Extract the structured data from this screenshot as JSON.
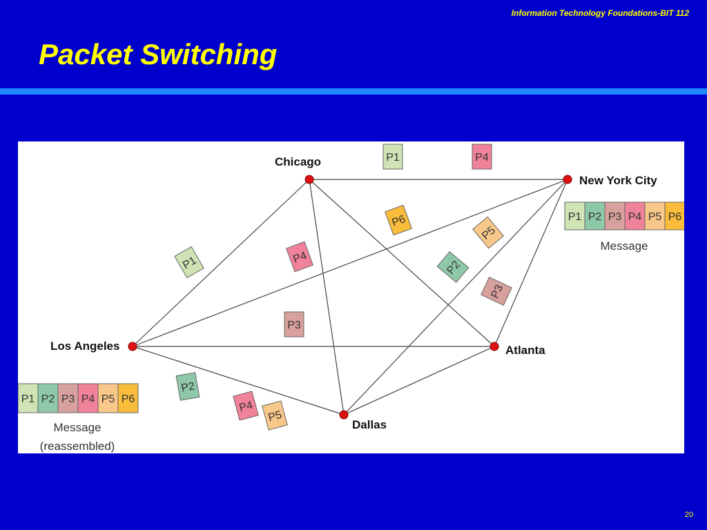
{
  "header": {
    "course": "Information Technology Foundations-BIT 112"
  },
  "slide": {
    "title": "Packet Switching",
    "page_number": "20"
  },
  "colors": {
    "background": "#0000cc",
    "title": "#ffff00",
    "rule": "#1e88ff",
    "node": "#dd1111",
    "P1": "#cfe3b5",
    "P2": "#8fc8a8",
    "P3": "#d8a19d",
    "P4": "#f0829a",
    "P5": "#f8c78a",
    "P6": "#f9bc3b"
  },
  "diagram": {
    "cities": {
      "chicago": "Chicago",
      "new_york": "New York City",
      "los_angeles": "Los Angeles",
      "atlanta": "Atlanta",
      "dallas": "Dallas"
    },
    "links": [
      [
        "chicago",
        "new_york"
      ],
      [
        "chicago",
        "los_angeles"
      ],
      [
        "chicago",
        "dallas"
      ],
      [
        "chicago",
        "atlanta"
      ],
      [
        "new_york",
        "los_angeles"
      ],
      [
        "new_york",
        "atlanta"
      ],
      [
        "new_york",
        "dallas"
      ],
      [
        "los_angeles",
        "atlanta"
      ],
      [
        "los_angeles",
        "dallas"
      ],
      [
        "dallas",
        "atlanta"
      ]
    ],
    "packets_in_transit": [
      "P1",
      "P4",
      "P6",
      "P5",
      "P1",
      "P4",
      "P2",
      "P3",
      "P3",
      "P2",
      "P4",
      "P5"
    ],
    "source_message": {
      "packets": [
        "P1",
        "P2",
        "P3",
        "P4",
        "P5",
        "P6"
      ],
      "caption": "Message"
    },
    "destination_message": {
      "packets": [
        "P1",
        "P2",
        "P3",
        "P4",
        "P5",
        "P6"
      ],
      "caption_line1": "Message",
      "caption_line2": "(reassembled)"
    }
  }
}
